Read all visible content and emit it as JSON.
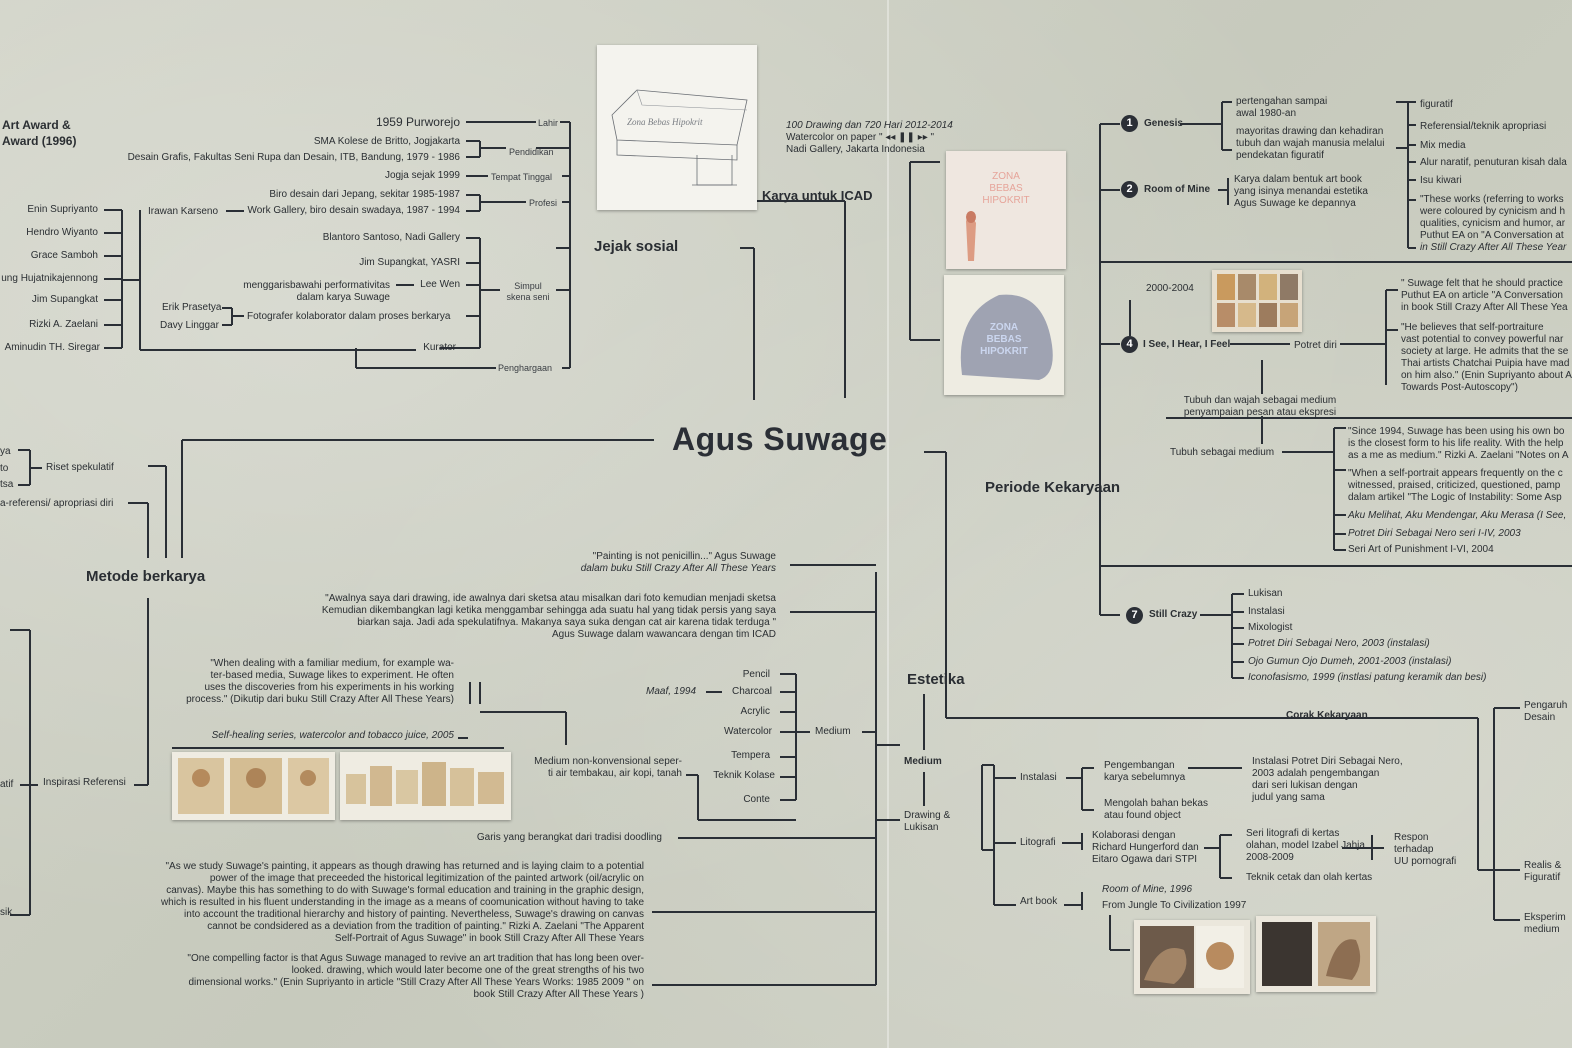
{
  "title": "Agus Suwage",
  "sections": {
    "jejak": "Jejak sosial",
    "karya_icad": "Karya untuk ICAD",
    "periode": "Periode Kekaryaan",
    "metode": "Metode berkarya",
    "estetika": "Estetika"
  },
  "top_left": {
    "award_line1": "Art Award &",
    "award_line2": "Award (1996)"
  },
  "jejak": {
    "lahir_val": "1959  Purworejo",
    "lahir": "Lahir",
    "pend1": "SMA Kolese de Britto, Jogjakarta",
    "pend2": "Desain Grafis, Fakultas Seni Rupa dan Desain, ITB, Bandung, 1979 - 1986",
    "pendidikan": "Pendidikan",
    "tinggal_val": "Jogja sejak 1999",
    "tempat_tinggal": "Tempat Tinggal",
    "prof1": "Biro desain dari Jepang, sekitar 1985-1987",
    "prof2": "Work Gallery, biro desain swadaya, 1987 - 1994",
    "profesi": "Profesi",
    "irawan": "Irawan Karseno",
    "s1": "Blantoro Santoso, Nadi Gallery",
    "s2": "Jim Supangkat, YASRI",
    "s3a": "menggarisbawahi performativitas",
    "s3b": "dalam karya Suwage",
    "s3": "Lee Wen",
    "simpul1": "Simpul",
    "simpul2": "skena seni",
    "erik": "Erik Prasetya",
    "davy": "Davy Linggar",
    "foto": "Fotografer kolaborator dalam proses berkarya",
    "kurator": "Kurator",
    "penghargaan": "Penghargaan",
    "names": [
      "Enin Supriyanto",
      "Hendro Wiyanto",
      "Grace Samboh",
      "ung Hujatnikajennong",
      "Jim Supangkat",
      "Rizki A. Zaelani",
      "Aminudin TH. Siregar"
    ]
  },
  "icad": {
    "line1": "100 Drawing dan 720 Hari  2012-2014",
    "line2": "Watercolor on paper \" ◂◂ ❚❚ ▸▸ \"",
    "line3": "Nadi Gallery, Jakarta  Indonesia",
    "sketch_text": "Zona Bebas Hipokrit",
    "zona": "ZONA",
    "bebas": "BEBAS",
    "hipokrit": "HIPOKRIT"
  },
  "periode": {
    "n1": "1",
    "p1": "Genesis",
    "g1a": "pertengahan sampai",
    "g1b": "awal 1980-an",
    "g2a": "mayoritas drawing dan kehadiran",
    "g2b": "tubuh dan wajah manusia melalui",
    "g2c": "pendekatan figuratif",
    "f1": "figuratif",
    "f2": "Referensial/teknik apropriasi",
    "f3": "Mix media",
    "f4": "Alur naratif, penuturan kisah dala",
    "f5": "Isu kiwari",
    "f6a": "\"These works (referring to works",
    "f6b": "were coloured by cynicism and h",
    "f6c": "qualities, cynicism and humor, ar",
    "f6d": "Puthut EA on \"A Conversation at",
    "f6e": "in Still Crazy After All These Year",
    "n2": "2",
    "p2": "Room of Mine",
    "r1": "Karya dalam bentuk art book",
    "r2": "yang isinya menandai estetika",
    "r3": "Agus Suwage ke depannya",
    "year4": "2000-2004",
    "n4": "4",
    "p4": "I See, I Hear, I Feel",
    "potret": "Potret diri",
    "q1a": "\" Suwage felt that he should practice",
    "q1b": "Puthut EA on article \"A Conversation",
    "q1c": "in book Still Crazy After All These Yea",
    "q2a": "\"He believes that self-portraiture",
    "q2b": "vast potential to convey powerful nar",
    "q2c": "society at large. He admits that the se",
    "q2d": "Thai artists Chatchai Puipia have mad",
    "q2e": "on him also.\" (Enin Supriyanto about A",
    "q2f": "Towards Post-Autoscopy\")",
    "tubuh1": "Tubuh dan wajah sebagai medium",
    "tubuh2": "penyampaian pesan atau ekspresi",
    "tubuh_med": "Tubuh sebagai medium",
    "q3a": "\"Since 1994, Suwage has been using his own bo",
    "q3b": "is the closest form to his life reality. With the help",
    "q3c": "as a me as medium.\" Rizki A. Zaelani \"Notes on A",
    "q4a": "\"When a self-portrait appears frequently on the c",
    "q4b": "witnessed, praised, criticized, questioned, pamp",
    "q4c": "dalam artikel \"The Logic of Instability: Some Asp",
    "w1": "Aku Melihat, Aku Mendengar, Aku Merasa (I See,",
    "w2": "Potret Diri Sebagai Nero seri I-IV, 2003",
    "w3": "Seri Art of Punishment I-VI, 2004",
    "n7": "7",
    "p7": "Still Crazy",
    "c1": "Lukisan",
    "c2": "Instalasi",
    "c3": "Mixologist",
    "c4": "Potret Diri Sebagai Nero, 2003 (instalasi)",
    "c5": "Ojo Gumun Ojo Dumeh, 2001-2003 (instalasi)",
    "c6": "Iconofasismo, 1999 (instlasi patung keramik dan besi)"
  },
  "metode": {
    "ya": "ya",
    "to": "to",
    "tsa": "tsa",
    "riset": "Riset spekulatif",
    "refapro": "a-referensi/ apropriasi diri",
    "atif": "atif",
    "inspirasi": "Inspirasi  Referensi",
    "sik": "sik"
  },
  "estetika": {
    "quote1a": "\"Painting is not penicillin...\"  Agus Suwage",
    "quote1b": "dalam buku Still Crazy After All These Years",
    "quote2a": "\"Awalnya saya dari drawing, ide awalnya dari sketsa atau misalkan dari foto kemudian menjadi sketsa",
    "quote2b": "Kemudian dikembangkan lagi ketika menggambar sehingga ada suatu hal yang tidak persis yang saya",
    "quote2c": "biarkan saja. Jadi ada spekulatifnya. Makanya saya suka dengan cat air karena tidak terduga \"",
    "quote2d": "Agus Suwage dalam wawancara dengan tim ICAD",
    "quote3a": "\"When dealing with a familiar medium, for example wa-",
    "quote3b": "ter-based media, Suwage likes to experiment. He often",
    "quote3c": "uses the discoveries from his experiments in his working",
    "quote3d": "process.\" (Dikutip dari buku Still Crazy After All These Years)",
    "selfheal": "Self-healing series, watercolor and tobacco juice, 2005",
    "pencil": "Pencil",
    "maaf": "Maaf, 1994",
    "charcoal": "Charcoal",
    "acrylic": "Acrylic",
    "watercolor": "Watercolor",
    "medium_lbl": "Medium",
    "tempera": "Tempera",
    "kolase": "Teknik Kolase",
    "conte": "Conte",
    "nonkon1": "Medium non-konvensional seper-",
    "nonkon2": "ti air tembakau, air kopi, tanah",
    "garis": "Garis yang berangkat dari tradisi doodling",
    "medium_hdr": "Medium",
    "drawing1": "Drawing &",
    "drawing2": "Lukisan",
    "q4a": "\"As we study Suwage's painting, it appears as though drawing has returned and is laying claim to a potential",
    "q4b": "power of the image that preceeded the historical legitimization of the painted artwork (oil/acrylic on",
    "q4c": "canvas). Maybe this has something to do with Suwage's formal education and training in the graphic design,",
    "q4d": "which is resulted in his fluent understanding in the image as a means of coomunication without having to take",
    "q4e": "into account the traditional hierarchy and history of painting. Nevertheless, Suwage's drawing on canvas",
    "q4f": "cannot be condsidered as a deviation from the tradition of painting.\" Rizki A. Zaelani \"The Apparent",
    "q4g": "Self-Portrait of Agus Suwage\" in book Still Crazy After All These Years",
    "q5a": "\"One compelling factor is that Agus Suwage managed to revive an art tradition that has long been over-",
    "q5b": "looked. drawing, which would later become one of the great strengths of his two",
    "q5c": "dimensional works.\" (Enin Supriyanto in article \"Still Crazy After All These Years Works: 1985  2009 \" on",
    "q5d": "book Still Crazy After All These Years )"
  },
  "corak": {
    "title": "Corak Kekaryaan",
    "pengaruh1": "Pengaruh",
    "pengaruh2": "Desain",
    "realis1": "Realis &",
    "realis2": "Figuratif",
    "eksperi1": "Eksperim",
    "eksperi2": "medium",
    "instalasi": "Instalasi",
    "peng1": "Pengembangan",
    "peng2": "karya sebelumnya",
    "inst1": "Instalasi Potret Diri Sebagai Nero,",
    "inst2": "2003 adalah pengembangan",
    "inst3": "dari seri lukisan dengan",
    "inst4": "judul yang sama",
    "olah1": "Mengolah bahan bekas",
    "olah2": "atau found object",
    "litografi": "Litografi",
    "kol1": "Kolaborasi dengan",
    "kol2": "Richard Hungerford dan",
    "kol3": "Eitaro Ogawa dari STPI",
    "seri1": "Seri litografi di kertas",
    "seri2": "olahan, model Izabel Jahja",
    "seri3": "2008-2009",
    "respon1": "Respon",
    "respon2": "terhadap",
    "respon3": "UU pornografi",
    "teknik": "Teknik cetak dan olah kertas",
    "artbook": "Art book",
    "rom": "Room of Mine, 1996",
    "jungle": "From Jungle To Civilization  1997"
  },
  "colors": {
    "wall": "#cdcfc3",
    "line": "#2a2f36",
    "text": "#2b2f33"
  }
}
